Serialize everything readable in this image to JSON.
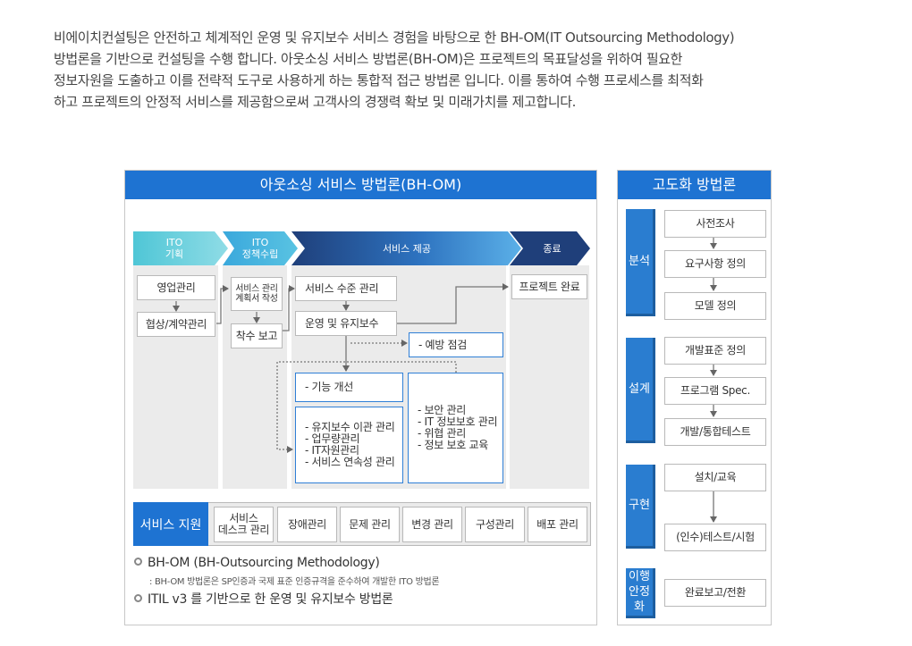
{
  "intro": {
    "line1": "비에이치컨설팅은 안전하고 체계적인 운영 및 유지보수 서비스 경험을 바탕으로 한 BH-OM(IT Outsourcing Methodology)",
    "line2": "방법론을 기반으로 컨설팅을 수행 합니다. 아웃소싱 서비스 방법론(BH-OM)은 프로젝트의 목표달성을 위하여 필요한",
    "line3": "정보자원을 도출하고 이를 전략적 도구로 사용하게 하는 통합적 접근 방법론 입니다. 이를 통하여 수행 프로세스를 최적화",
    "line4": "하고 프로젝트의 안정적 서비스를 제공함으로써 고객사의 경쟁력 확보 및 미래가치를 제고합니다."
  },
  "left_panel": {
    "title": "아웃소싱 서비스 방법론(BH-OM)",
    "stages": {
      "ito_plan_1": "ITO",
      "ito_plan_2": "기획",
      "ito_policy_1": "ITO",
      "ito_policy_2": "정책수립",
      "service": "서비스 제공",
      "end": "종료"
    },
    "boxes": {
      "sales": "영업관리",
      "contract": "협상/계약관리",
      "plan_1": "서비스 관리",
      "plan_2": "계획서 작성",
      "kickoff": "착수 보고",
      "sla": "서비스 수준 관리",
      "ops": "운영 및 유지보수",
      "prevent": "- 예방 점검",
      "func": "- 기능 개선",
      "transfer_1": "- 유지보수 이관 관리",
      "transfer_2": "- 업무량관리",
      "transfer_3": "- IT자원관리",
      "transfer_4": "- 서비스 연속성 관리",
      "sec_1": "- 보안 관리",
      "sec_2": "- IT 정보보호   관리",
      "sec_3": "- 위협 관리",
      "sec_4": "- 정보 보호 교육",
      "complete": "프로젝트 완료"
    },
    "support": {
      "label": "서비스 지원",
      "items": [
        "서비스",
        "데스크 관리",
        "장애관리",
        "문제 관리",
        "변경 관리",
        "구성관리",
        "배포 관리"
      ]
    },
    "notes": {
      "n1": "BH-OM (BH-Outsourcing Methodology)",
      "n1_sub": ": BH-OM 방법론은 SP인증과 국제 표준 인증규격을 준수하여 개발한  ITO 방법론",
      "n2": "ITIL v3 를 기반으로 한 운영 및 유지보수 방법론"
    }
  },
  "right_panel": {
    "title": "고도화 방법론",
    "phases": {
      "analysis": "분석",
      "design": "설계",
      "impl": "구현",
      "stab_1": "이행",
      "stab_2": "안정",
      "stab_3": "화"
    },
    "steps": {
      "survey": "사전조사",
      "req": "요구사항 정의",
      "model": "모델 정의",
      "std": "개발표준 정의",
      "prog": "프로그램 Spec.",
      "test": "개발/통합테스트",
      "install": "설치/교육",
      "accept": "(인수)테스트/시험",
      "report": "완료보고/전환"
    }
  },
  "colors": {
    "primary": "#1e73d2",
    "navy": "#1f3f7a",
    "teal": "#5ccad8"
  }
}
